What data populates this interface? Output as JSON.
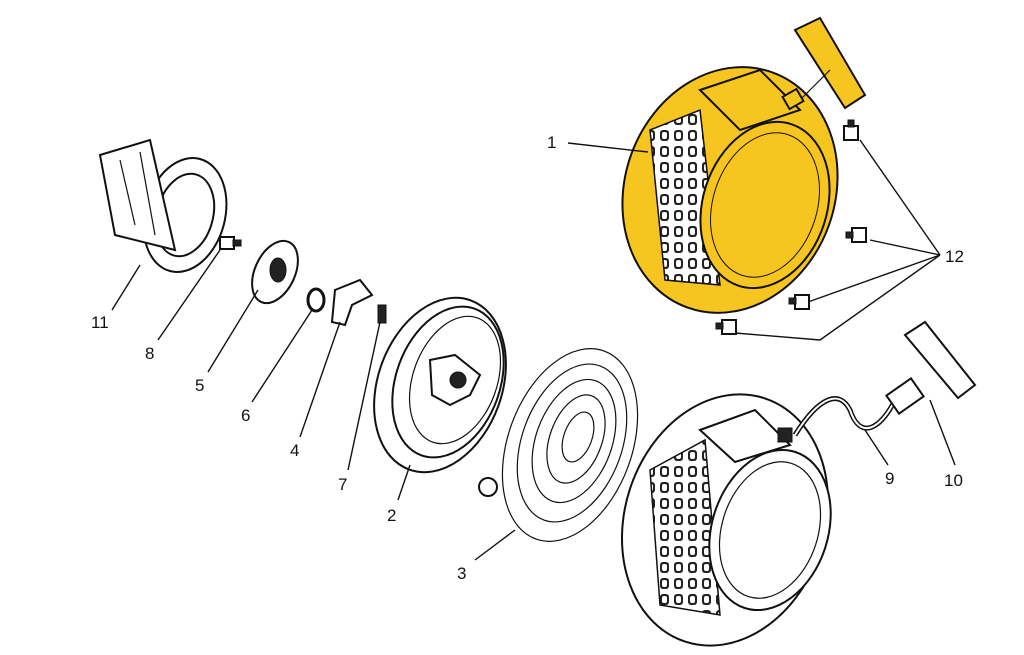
{
  "diagram": {
    "highlight_color": "#F7C520",
    "callouts": {
      "p1": "1",
      "p2": "2",
      "p3": "3",
      "p4": "4",
      "p5": "5",
      "p6": "6",
      "p7": "7",
      "p8": "8",
      "p9": "9",
      "p10": "10",
      "p11": "11",
      "p12": "12"
    }
  }
}
